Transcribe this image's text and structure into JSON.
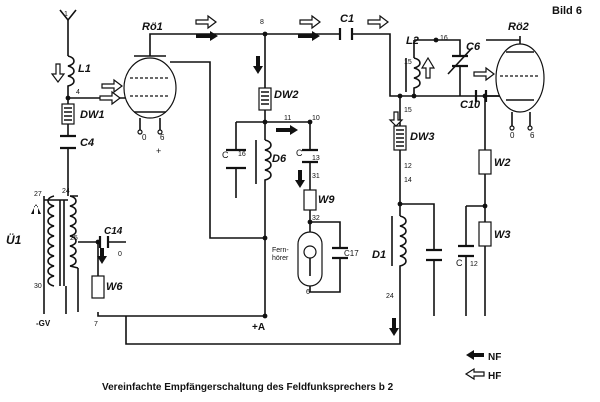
{
  "figure_label": "Bild 6",
  "caption": "Vereinfachte Empfängerschaltung des Feldfunksprechers b 2",
  "legend": {
    "nf": "NF",
    "hf": "HF"
  },
  "components": {
    "tube1": "Rö1",
    "tube2": "Rö2",
    "l1": "L1",
    "l2": "L2",
    "dw1": "DW1",
    "dw2": "DW2",
    "dw3": "DW3",
    "c1": "C1",
    "c4": "C4",
    "c6": "C6",
    "c10": "C10",
    "c14": "C14",
    "c16": "C",
    "c12": "C",
    "c13": "C",
    "c17": "C17",
    "d1": "D1",
    "d6": "D6",
    "u1": "Ü1",
    "w2": "W2",
    "w3": "W3",
    "w6": "W6",
    "w9": "W9",
    "fernhoerer_1": "Fern-",
    "fernhoerer_2": "hörer"
  },
  "nodes": {
    "n1": "1",
    "n4": "4",
    "n8": "8",
    "n11": "11",
    "n10": "10",
    "n15a": "15",
    "n16": "16",
    "n15b": "15",
    "n12a": "12",
    "n14": "14",
    "n27": "27",
    "n24a": "24",
    "n25": "25",
    "n30": "30",
    "n7": "7",
    "n13": "13",
    "n31": "31",
    "n32": "32",
    "n6a": "6",
    "n24b": "24",
    "n12b": "12",
    "n0": "0",
    "c16v": "16",
    "c12v": "12",
    "c13v": "13",
    "t1_0": "0",
    "t1_6": "6",
    "t1_plus": "+",
    "t2_0": "0",
    "t2_6": "6",
    "gv": "-GV",
    "a": "+A"
  }
}
